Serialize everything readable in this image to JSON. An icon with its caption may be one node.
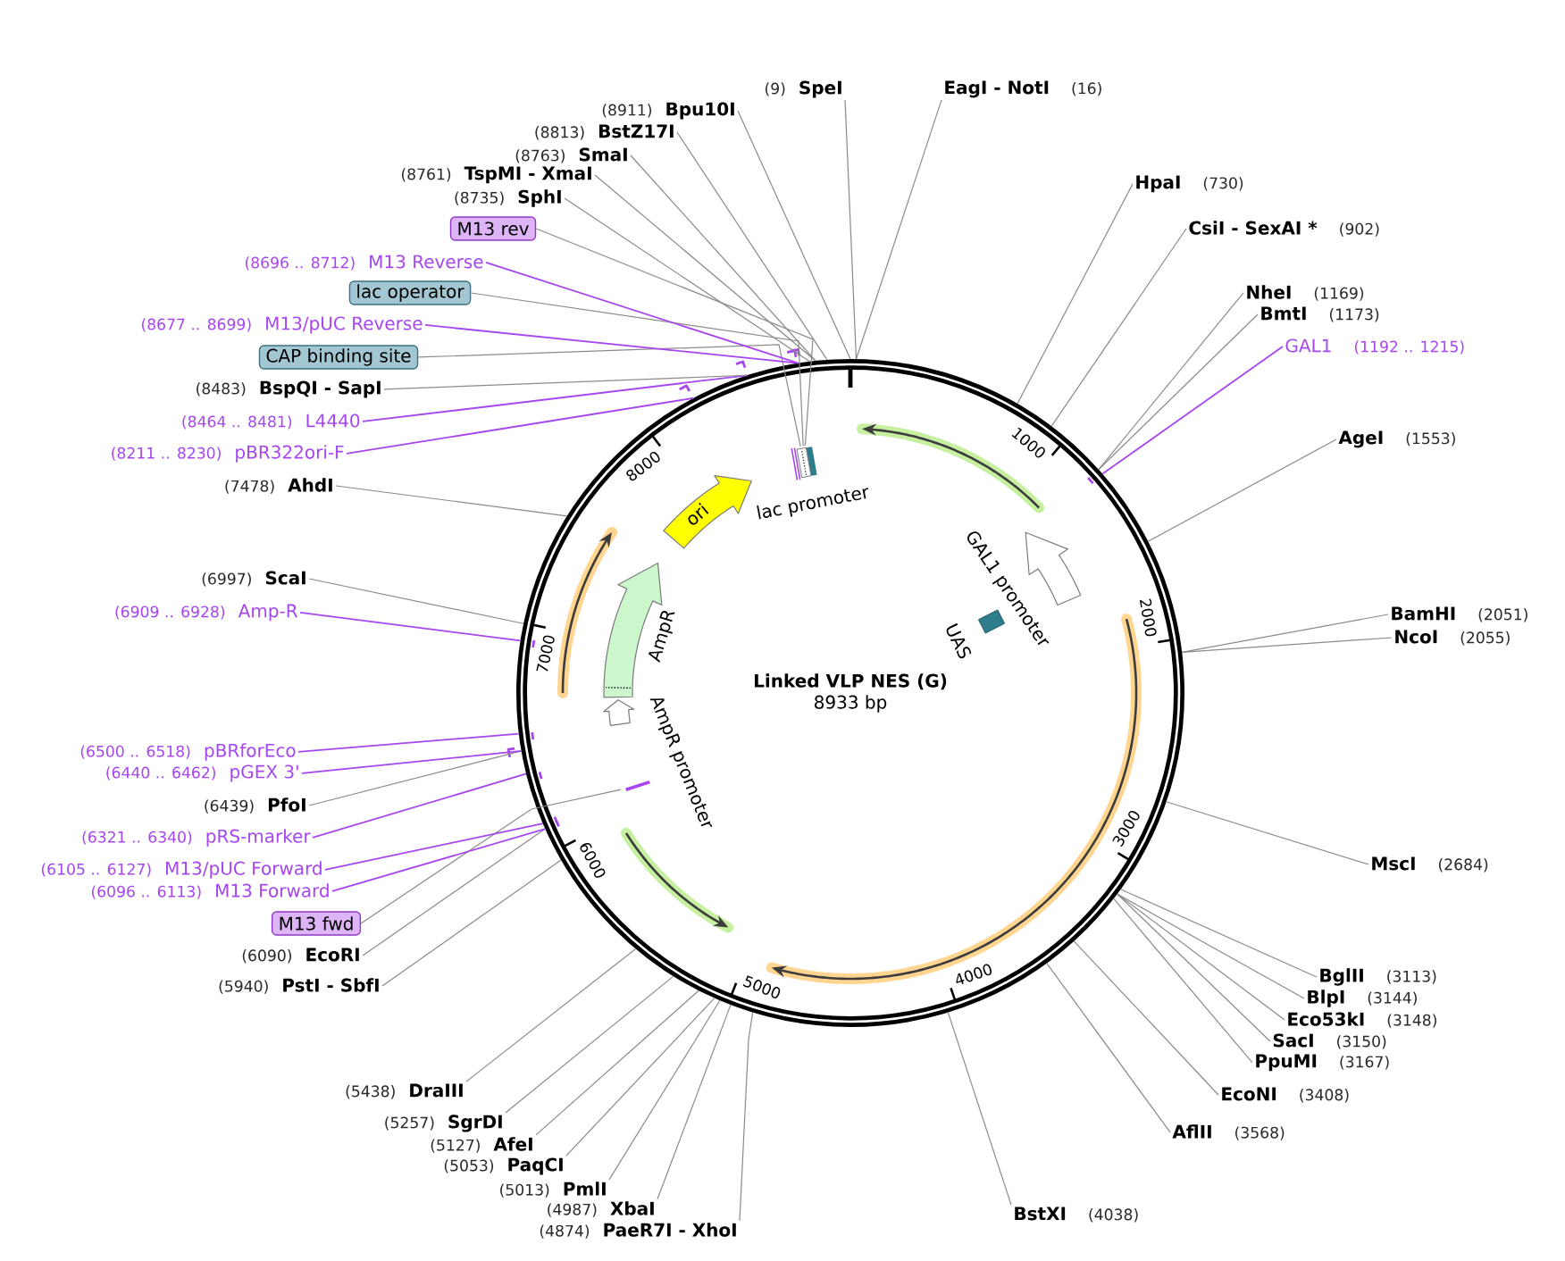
{
  "diagram": {
    "nodes": [
      {
        "text": [
          "Linked VLP NES (G)",
          "8933 bp"
        ]
      },
      {
        "text": [
          "GAL1 promoter"
        ],
        "in": 0
      },
      {
        "text": [
          "UAS"
        ],
        "in": 0
      },
      {
        "text": [],
        "shape": "bar",
        "in": 0
      },
      {
        "text": [
          "AmpR promoter"
        ],
        "in": 0
      },
      {
        "text": [
          "AmpR"
        ],
        "in": 0
      },
      {
        "text": [
          "ori"
        ],
        "in": 0
      },
      {
        "text": [
          "lac promoter"
        ],
        "in": 0
      },
      {
        "text": [
          "(9)",
          "SpeI"
        ]
      },
      {
        "text": [
          "EagI - NotI",
          "(16)"
        ]
      },
      {
        "text": [
          "HpaI",
          "(730)"
        ]
      },
      {
        "text": [
          "CsiI - SexAI *",
          "(902)"
        ]
      },
      {
        "text": [
          "NheI",
          "(1169)"
        ]
      },
      {
        "text": [
          "BmtI",
          "(1173)"
        ]
      },
      {
        "text": [
          "GAL1",
          "(1192 .. 1215)"
        ]
      },
      {
        "text": [
          "AgeI",
          "(1553)"
        ]
      },
      {
        "text": [
          "BamHI",
          "(2051)"
        ]
      },
      {
        "text": [
          "NcoI",
          "(2055)"
        ]
      },
      {
        "text": [
          "MscI",
          "(2684)"
        ]
      },
      {
        "text": [
          "BglII",
          "(3113)"
        ]
      },
      {
        "text": [
          "BlpI",
          "(3144)"
        ]
      },
      {
        "text": [
          "Eco53kI",
          "(3148)"
        ]
      },
      {
        "text": [
          "SacI",
          "(3150)"
        ]
      },
      {
        "text": [
          "PpuMI",
          "(3167)"
        ]
      },
      {
        "text": [
          "EcoNI",
          "(3408)"
        ]
      },
      {
        "text": [
          "AflII",
          "(3568)"
        ]
      },
      {
        "text": [
          "BstXI",
          "(4038)"
        ]
      },
      {
        "text": [
          "(4874)",
          "PaeR7I - XhoI"
        ]
      },
      {
        "text": [
          "(4987)",
          "XbaI"
        ]
      },
      {
        "text": [
          "(5013)",
          "PmlI"
        ]
      },
      {
        "text": [
          "(5053)",
          "PaqCI"
        ]
      },
      {
        "text": [
          "(5127)",
          "AfeI"
        ]
      },
      {
        "text": [
          "(5257)",
          "SgrDI"
        ]
      },
      {
        "text": [
          "(5438)",
          "DraIII"
        ]
      },
      {
        "text": [
          "(5940)",
          "PstI - SbfI"
        ]
      },
      {
        "text": [
          "(6090)",
          "EcoRI"
        ]
      },
      {
        "text": [
          "M13 fwd"
        ]
      },
      {
        "text": [
          "(6096 .. 6113)",
          "M13 Forward"
        ]
      },
      {
        "text": [
          "(6105 .. 6127)",
          "M13/pUC Forward"
        ]
      },
      {
        "text": [
          "(6321 .. 6340)",
          "pRS-marker"
        ]
      },
      {
        "text": [
          "(6439)",
          "PfoI"
        ]
      },
      {
        "text": [
          "(6440 .. 6462)",
          "pGEX 3'"
        ]
      },
      {
        "text": [
          "(6500 .. 6518)",
          "pBRforEco"
        ]
      },
      {
        "text": [
          "(6909 .. 6928)",
          "Amp-R"
        ]
      },
      {
        "text": [
          "(6997)",
          "ScaI"
        ]
      },
      {
        "text": [
          "(7478)",
          "AhdI"
        ]
      },
      {
        "text": [
          "(8211 .. 8230)",
          "pBR322ori-F"
        ]
      },
      {
        "text": [
          "(8464 .. 8481)",
          "L4440"
        ]
      },
      {
        "text": [
          "(8483)",
          "BspQI - SapI"
        ]
      },
      {
        "text": [
          "CAP binding site"
        ]
      },
      {
        "text": [
          "(8677 .. 8699)",
          "M13/pUC Reverse"
        ]
      },
      {
        "text": [
          "lac operator"
        ]
      },
      {
        "text": [
          "(8696 .. 8712)",
          "M13 Reverse"
        ]
      },
      {
        "text": [
          "M13 rev"
        ]
      },
      {
        "text": [
          "(8735)",
          "SphI"
        ]
      },
      {
        "text": [
          "(8761)",
          "TspMI - XmaI"
        ]
      },
      {
        "text": [
          "(8763)",
          "SmaI"
        ]
      },
      {
        "text": [
          "(8813)",
          "BstZ17I"
        ]
      },
      {
        "text": [
          "(8911)",
          "Bpu10I"
        ]
      }
    ],
    "edges": [
      {
        "from": 8,
        "to": 0,
        "arrow": "none"
      },
      {
        "from": 9,
        "to": 0,
        "arrow": "none"
      },
      {
        "from": 10,
        "to": 0,
        "arrow": "none"
      },
      {
        "from": 11,
        "to": 0,
        "arrow": "none"
      },
      {
        "from": 12,
        "to": 0,
        "arrow": "none"
      },
      {
        "from": 13,
        "to": 0,
        "arrow": "none"
      },
      {
        "from": 14,
        "to": 0,
        "arrow": "none",
        "color": "#a646f0"
      },
      {
        "from": 15,
        "to": 0,
        "arrow": "none"
      },
      {
        "from": 16,
        "to": 0,
        "arrow": "none"
      },
      {
        "from": 17,
        "to": 0,
        "arrow": "none"
      },
      {
        "from": 18,
        "to": 0,
        "arrow": "none"
      },
      {
        "from": 19,
        "to": 0,
        "arrow": "none"
      },
      {
        "from": 20,
        "to": 0,
        "arrow": "none"
      },
      {
        "from": 21,
        "to": 0,
        "arrow": "none"
      },
      {
        "from": 22,
        "to": 0,
        "arrow": "none"
      },
      {
        "from": 23,
        "to": 0,
        "arrow": "none"
      },
      {
        "from": 24,
        "to": 0,
        "arrow": "none"
      },
      {
        "from": 25,
        "to": 0,
        "arrow": "none"
      },
      {
        "from": 26,
        "to": 0,
        "arrow": "none"
      },
      {
        "from": 27,
        "to": 0,
        "arrow": "none"
      },
      {
        "from": 28,
        "to": 0,
        "arrow": "none"
      },
      {
        "from": 29,
        "to": 0,
        "arrow": "none"
      },
      {
        "from": 30,
        "to": 0,
        "arrow": "none"
      },
      {
        "from": 31,
        "to": 0,
        "arrow": "none"
      },
      {
        "from": 32,
        "to": 0,
        "arrow": "none"
      },
      {
        "from": 33,
        "to": 0,
        "arrow": "none"
      },
      {
        "from": 34,
        "to": 0,
        "arrow": "none"
      },
      {
        "from": 35,
        "to": 0,
        "arrow": "none"
      },
      {
        "from": 36,
        "to": 3,
        "arrow": "none"
      },
      {
        "from": 37,
        "to": 0,
        "arrow": "none",
        "color": "#a646f0"
      },
      {
        "from": 38,
        "to": 0,
        "arrow": "none",
        "color": "#a646f0"
      },
      {
        "from": 39,
        "to": 0,
        "arrow": "none",
        "color": "#a646f0"
      },
      {
        "from": 40,
        "to": 0,
        "arrow": "none"
      },
      {
        "from": 41,
        "to": 0,
        "arrow": "none",
        "color": "#a646f0"
      },
      {
        "from": 42,
        "to": 0,
        "arrow": "none",
        "color": "#a646f0"
      },
      {
        "from": 43,
        "to": 0,
        "arrow": "none",
        "color": "#a646f0"
      },
      {
        "from": 44,
        "to": 0,
        "arrow": "none"
      },
      {
        "from": 45,
        "to": 0,
        "arrow": "none"
      },
      {
        "from": 46,
        "to": 0,
        "arrow": "none",
        "color": "#a646f0"
      },
      {
        "from": 47,
        "to": 0,
        "arrow": "none",
        "color": "#a646f0"
      },
      {
        "from": 48,
        "to": 0,
        "arrow": "none"
      },
      {
        "from": 49,
        "to": 7,
        "arrow": "none"
      },
      {
        "from": 50,
        "to": 0,
        "arrow": "none",
        "color": "#a646f0"
      },
      {
        "from": 51,
        "to": 7,
        "arrow": "none"
      },
      {
        "from": 52,
        "to": 0,
        "arrow": "none",
        "color": "#a646f0"
      },
      {
        "from": 53,
        "to": 7,
        "arrow": "none"
      },
      {
        "from": 54,
        "to": 0,
        "arrow": "none"
      },
      {
        "from": 55,
        "to": 0,
        "arrow": "none"
      },
      {
        "from": 56,
        "to": 0,
        "arrow": "none"
      },
      {
        "from": 57,
        "to": 0,
        "arrow": "none"
      },
      {
        "from": 58,
        "to": 0,
        "arrow": "none"
      }
    ],
    "labels": [
      "1000",
      "2000",
      "3000",
      "4000",
      "5000",
      "6000",
      "7000",
      "8000"
    ]
  }
}
